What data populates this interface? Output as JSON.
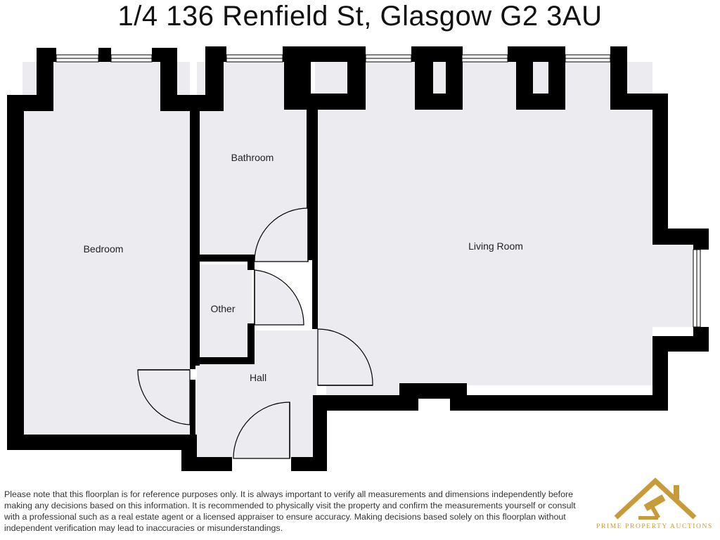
{
  "title": "1/4 136 Renfield St, Glasgow G2 3AU",
  "rooms": {
    "bedroom": "Bedroom",
    "bathroom": "Bathroom",
    "other": "Other",
    "hall": "Hall",
    "living_room": "Living Room"
  },
  "disclaimer": "Please note that this floorplan is for reference purposes only. It is always important to verify all measurements and dimensions independently before making any decisions based on this information. It is recommended to physically visit the property and confirm the measurements yourself or consult with a professional such as a real estate agent or a licensed appraiser to ensure accuracy. Making decisions based solely on this floorplan without independent verification may lead to inaccuracies or misunderstandings.",
  "logo": {
    "name": "Prime Property Auctions",
    "icon": "house-gavel-icon",
    "color": "#c79a3a"
  },
  "colors": {
    "wall": "#000000",
    "floor": "#ebebf0"
  }
}
